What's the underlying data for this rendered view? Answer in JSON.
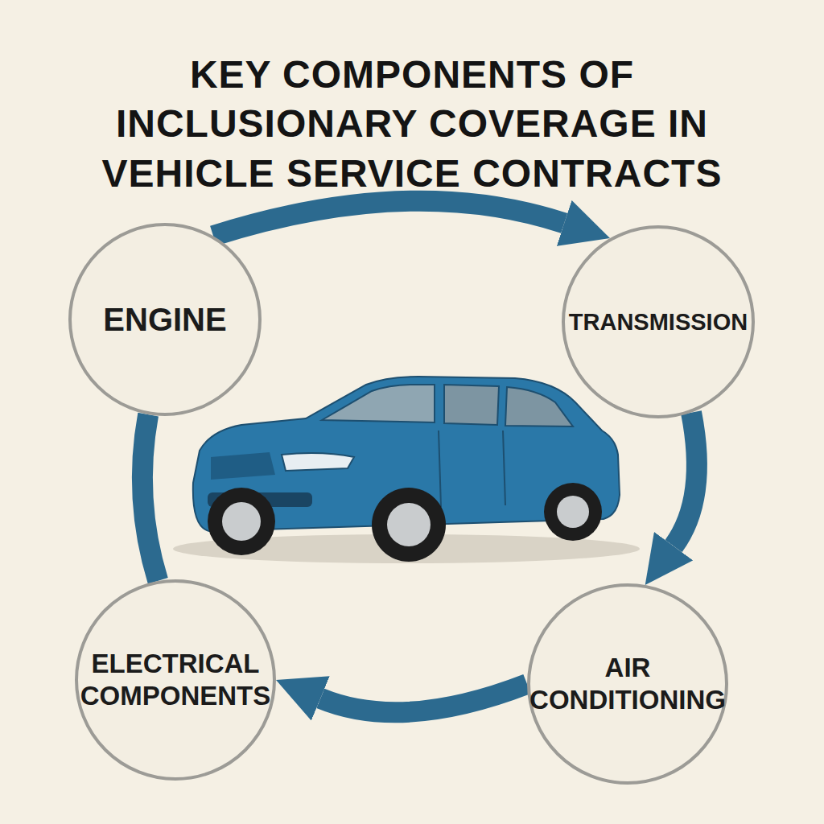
{
  "diagram": {
    "title": "KEY COMPONENTS OF INCLUSIONARY COVERAGE IN VEHICLE SERVICE CONTRACTS",
    "nodes": [
      {
        "text": [
          "ENGINE"
        ]
      },
      {
        "text": [
          "TRANSMISSION"
        ]
      },
      {
        "text": [
          "ELECTRICAL COMPONENTS"
        ]
      },
      {
        "text": [
          "AIR CONDITIONING"
        ]
      }
    ],
    "edges": [
      {
        "from": 0,
        "to": 1,
        "arrow": "to"
      },
      {
        "from": 1,
        "to": 3,
        "arrow": "to"
      },
      {
        "from": 3,
        "to": 2,
        "arrow": "to"
      },
      {
        "from": 2,
        "to": 0,
        "arrow": "none"
      }
    ]
  }
}
